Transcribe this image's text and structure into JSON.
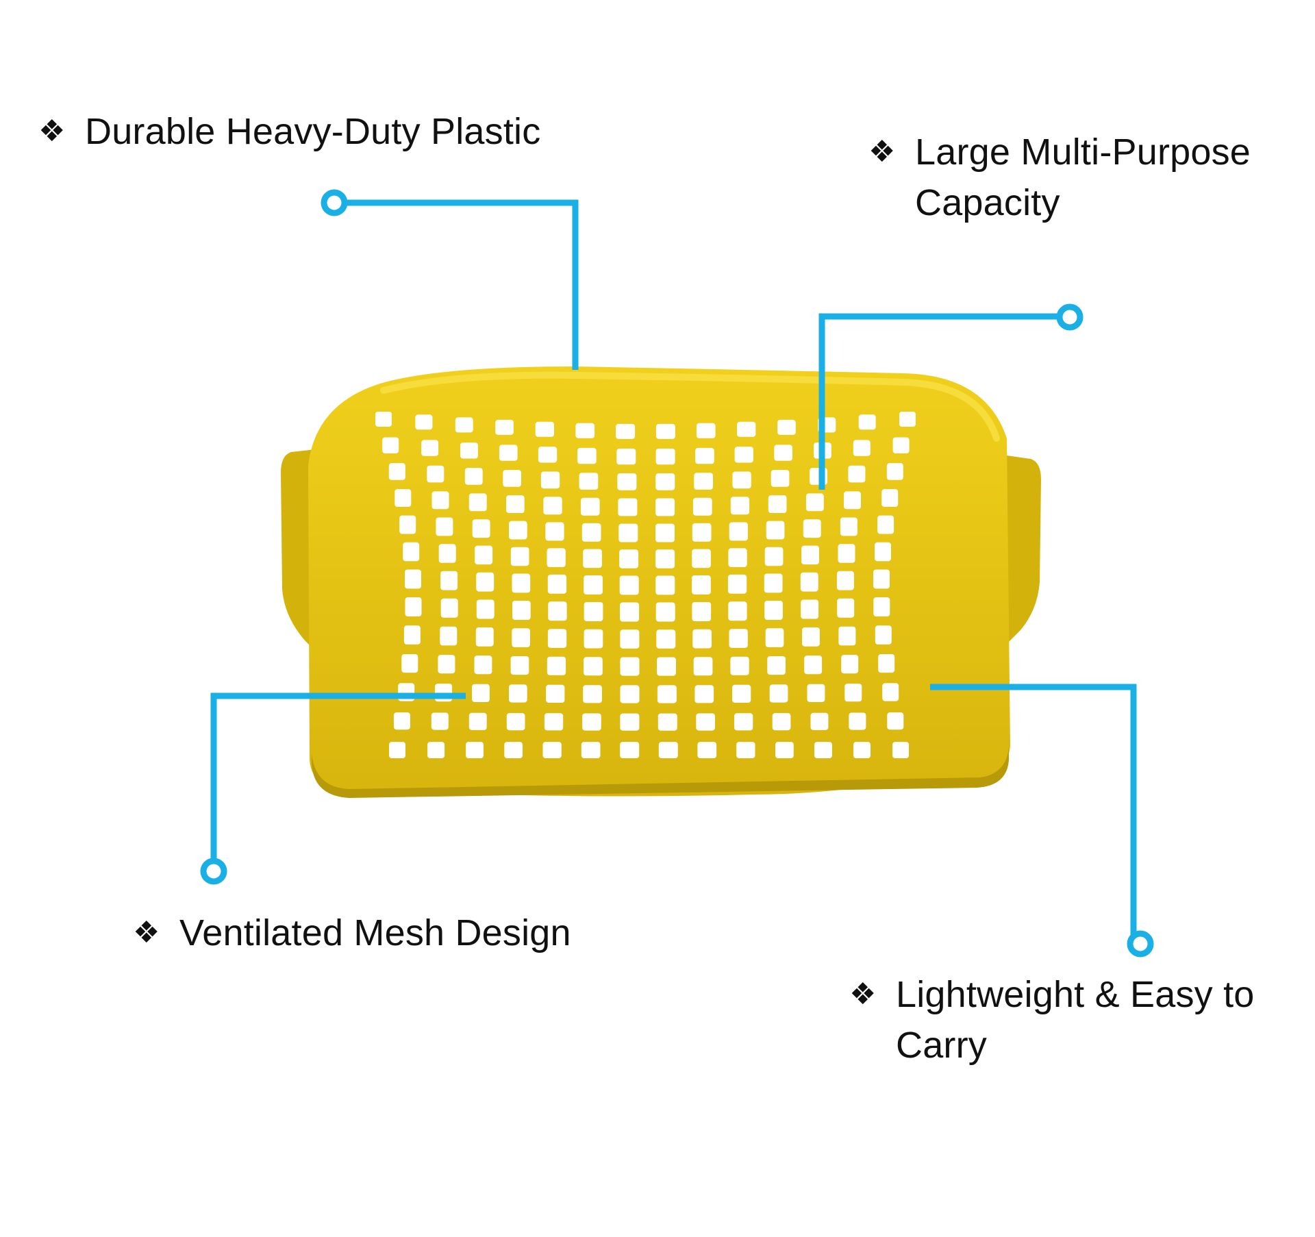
{
  "bullet_symbol": "❖",
  "features": {
    "durable": "Durable Heavy-Duty Plastic",
    "capacity": "Large Multi-Purpose Capacity",
    "mesh": "Ventilated Mesh Design",
    "lightweight": "Lightweight & Easy to Carry"
  },
  "colors": {
    "callout_line": "#1ab0e6",
    "basket": "#e6c412",
    "basket_shadow": "#b89a08",
    "text": "#111111"
  },
  "icons": {
    "bullet": "diamond-cluster-icon",
    "product": "yellow-plastic-basket-image"
  }
}
